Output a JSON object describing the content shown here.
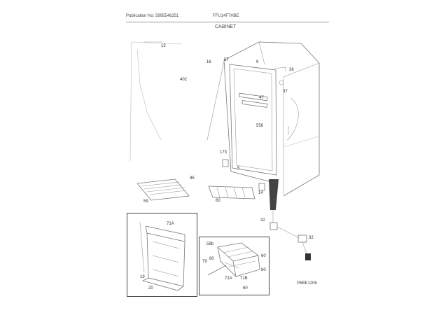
{
  "header": {
    "publication": "Publication No: 5995546251",
    "model": "FFU14F7HBE",
    "section": "CABINET"
  },
  "part_labels": {
    "p13": "13",
    "p16": "16",
    "p402": "402",
    "p57": "57",
    "p9": "9",
    "p38": "38",
    "p37": "37",
    "p47": "47",
    "p556": "556",
    "p173": "173",
    "p5": "5",
    "p95": "95",
    "p59": "59",
    "p14": "14",
    "p60a": "60",
    "p32a": "32",
    "p32b": "32",
    "p71a_top": "71A",
    "p19": "19",
    "p20": "20",
    "p59b": "59b",
    "p79": "79",
    "p80a": "80",
    "p60b": "60",
    "p71a_bot": "71A",
    "p71b": "71B",
    "p80b": "80",
    "p60c": "60"
  },
  "footer": {
    "drawing_code": "P6BE1206"
  },
  "colors": {
    "line": "#777777",
    "inset_border": "#444444"
  }
}
